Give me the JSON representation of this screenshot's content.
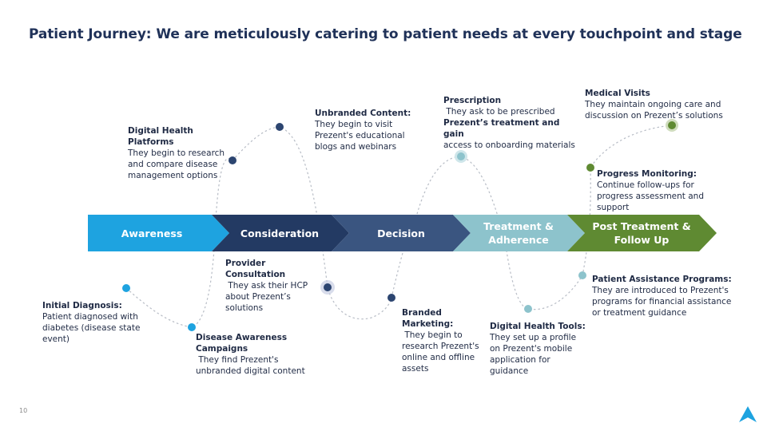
{
  "title": "Patient Journey: We are meticulously catering to patient needs at every touchpoint and stage",
  "stages": [
    {
      "label": "Awareness",
      "color": "#1ea3e0"
    },
    {
      "label": "Consideration",
      "color": "#233a63"
    },
    {
      "label": "Decision",
      "color": "#3a5580"
    },
    {
      "label": "Treatment & Adherence",
      "color": "#8dc3cc"
    },
    {
      "label": "Post Treatment & Follow Up",
      "color": "#5f8a32"
    }
  ],
  "touchpoints": [
    {
      "heading": "Initial Diagnosis:",
      "body": "Patient diagnosed with diabetes (disease state event)"
    },
    {
      "heading": "Disease Awareness Campaigns",
      "body": " They find Prezent's unbranded digital content"
    },
    {
      "heading": "Digital Health Platforms",
      "body": "They begin to research and compare disease management options"
    },
    {
      "heading": "Provider Consultation",
      "body": " They ask their HCP about Prezent’s solutions"
    },
    {
      "heading": "Unbranded Content:",
      "body": "They begin to visit Prezent's educational blogs and webinars"
    },
    {
      "heading": "Branded Marketing:",
      "body": " They begin to research Prezent's online and offline assets"
    },
    {
      "heading": "Prescription",
      "body": " They ask to be prescribed",
      "body_bold": "Prezent’s treatment and gain",
      "body_end": "access to onboarding materials"
    },
    {
      "heading": "Digital Health Tools:",
      "body": "They set up a profile on Prezent's mobile application for guidance"
    },
    {
      "heading": "Patient Assistance Programs:",
      "body": "They are introduced to Prezent's programs for financial assistance or treatment guidance"
    },
    {
      "heading": "Progress Monitoring:",
      "body": "Continue follow-ups for progress assessment and support"
    },
    {
      "heading": "Medical Visits",
      "body": "They maintain ongoing care and discussion on Prezent’s solutions"
    }
  ],
  "page_number": "10",
  "colors": {
    "title": "#1f3158",
    "dot_blue": "#1ea3e0",
    "dot_navy": "#2c4570",
    "dot_teal": "#8dc3cc",
    "dot_green": "#5f8a32"
  }
}
